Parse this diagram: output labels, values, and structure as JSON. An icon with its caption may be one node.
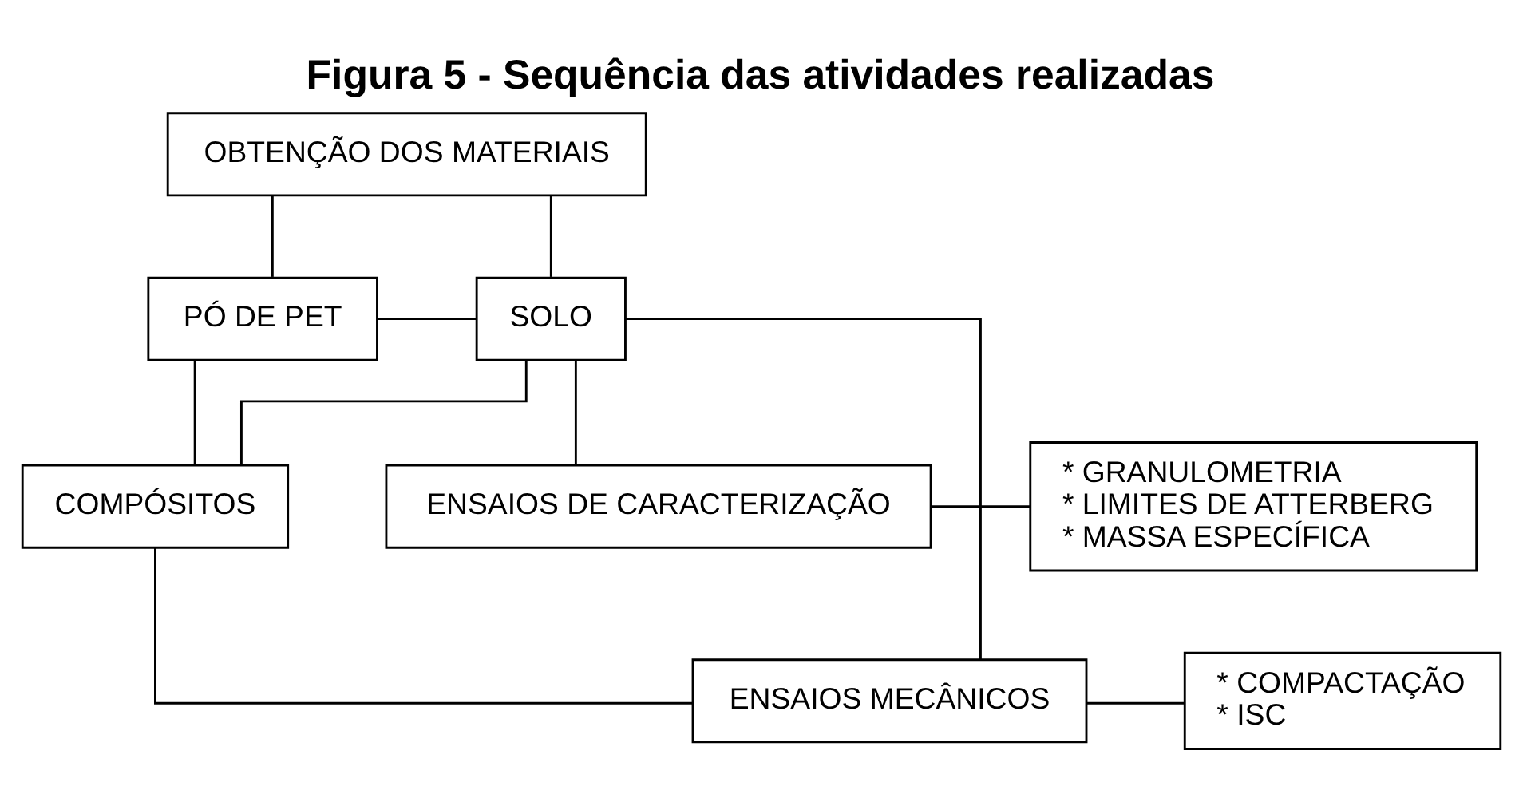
{
  "diagram": {
    "title": "Figura 5 - Sequência das atividades realizadas",
    "nodes": [
      {
        "text": [
          "OBTENÇÃO DOS MATERIAIS"
        ]
      },
      {
        "text": [
          "PÓ DE PET"
        ]
      },
      {
        "text": [
          "SOLO"
        ]
      },
      {
        "text": [
          "ENSAIOS DE CARACTERIZAÇÃO"
        ]
      },
      {
        "text": [
          "COMPÓSITOS"
        ]
      },
      {
        "text": [
          "* GRANULOMETRIA",
          "* LIMITES DE ATTERBERG",
          "* MASSA ESPECÍFICA"
        ]
      },
      {
        "text": [
          "ENSAIOS MECÂNICOS"
        ]
      },
      {
        "text": [
          "* COMPACTAÇÃO",
          "* ISC"
        ]
      }
    ],
    "edges": [
      {
        "from": 0,
        "to": 1,
        "arrow": "none"
      },
      {
        "from": 0,
        "to": 2,
        "arrow": "none"
      },
      {
        "from": 1,
        "to": 2,
        "arrow": "none"
      },
      {
        "from": 1,
        "to": 4,
        "arrow": "none"
      },
      {
        "from": 2,
        "to": 4,
        "arrow": "none"
      },
      {
        "from": 2,
        "to": 3,
        "arrow": "none"
      },
      {
        "from": 3,
        "to": 5,
        "arrow": "none"
      },
      {
        "from": 4,
        "to": 6,
        "arrow": "none"
      },
      {
        "from": 2,
        "to": 6,
        "arrow": "none"
      },
      {
        "from": 6,
        "to": 7,
        "arrow": "none"
      }
    ]
  }
}
